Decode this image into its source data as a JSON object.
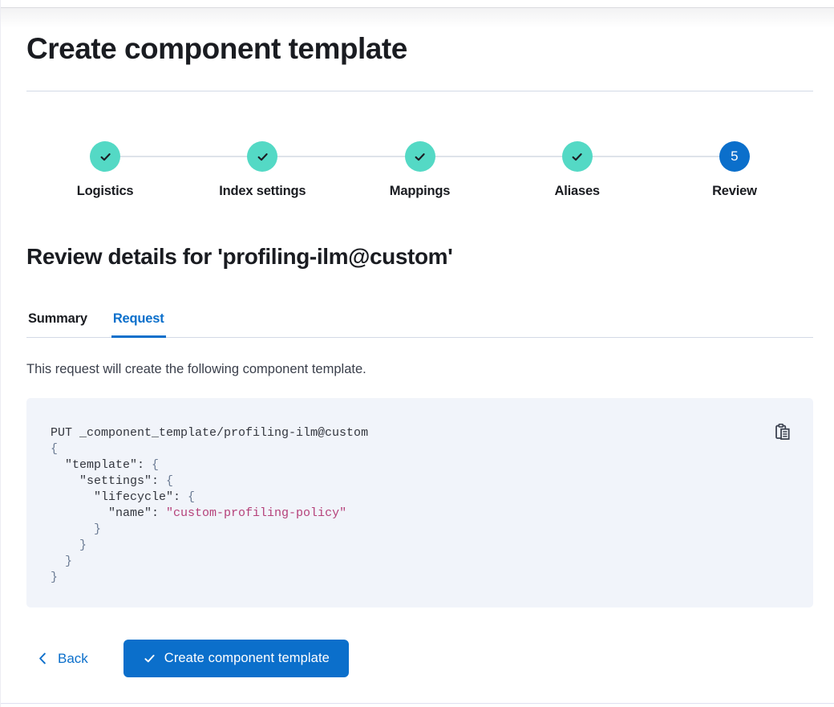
{
  "page": {
    "title": "Create component template"
  },
  "stepper": {
    "steps": [
      {
        "label": "Logistics",
        "state": "complete"
      },
      {
        "label": "Index settings",
        "state": "complete"
      },
      {
        "label": "Mappings",
        "state": "complete"
      },
      {
        "label": "Aliases",
        "state": "complete"
      },
      {
        "label": "Review",
        "state": "current",
        "number": "5"
      }
    ]
  },
  "review": {
    "heading": "Review details for 'profiling-ilm@custom'",
    "tabs": [
      {
        "label": "Summary",
        "active": false
      },
      {
        "label": "Request",
        "active": true
      }
    ],
    "description": "This request will create the following component template."
  },
  "code_block": {
    "copy_icon": "copy-clipboard-icon",
    "lines": [
      [
        {
          "c": "plain",
          "t": "PUT _component_template/profiling-ilm@custom"
        }
      ],
      [
        {
          "c": "punct",
          "t": "{"
        }
      ],
      [
        {
          "c": "plain",
          "t": "  \"template\": "
        },
        {
          "c": "punct",
          "t": "{"
        }
      ],
      [
        {
          "c": "plain",
          "t": "    \"settings\": "
        },
        {
          "c": "punct",
          "t": "{"
        }
      ],
      [
        {
          "c": "plain",
          "t": "      \"lifecycle\": "
        },
        {
          "c": "punct",
          "t": "{"
        }
      ],
      [
        {
          "c": "plain",
          "t": "        \"name\": "
        },
        {
          "c": "string",
          "t": "\"custom-profiling-policy\""
        }
      ],
      [
        {
          "c": "punct",
          "t": "      }"
        }
      ],
      [
        {
          "c": "punct",
          "t": "    }"
        }
      ],
      [
        {
          "c": "punct",
          "t": "  }"
        }
      ],
      [
        {
          "c": "punct",
          "t": "}"
        }
      ]
    ]
  },
  "footer": {
    "back_label": "Back",
    "submit_label": "Create component template"
  },
  "colors": {
    "accent_teal": "#54D9C5",
    "primary_blue": "#0B6FCB",
    "code_background": "#F1F4FA",
    "code_string": "#B5417A",
    "code_punctuation": "#6B7B94",
    "heading_text": "#1A1C21",
    "body_text": "#3A3F4B",
    "divider": "#D3DAE6"
  }
}
